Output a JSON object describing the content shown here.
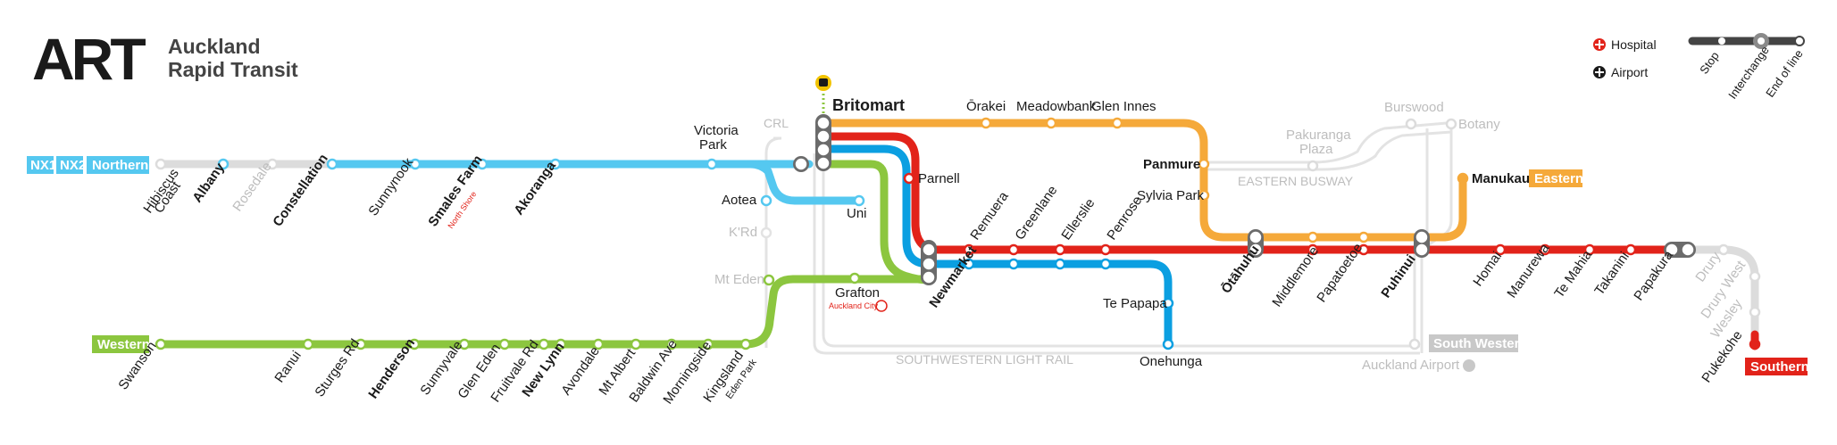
{
  "logo": {
    "mark": "ART",
    "line1": "Auckland",
    "line2": "Rapid Transit"
  },
  "legend": {
    "hospital": "Hospital",
    "airport": "Airport",
    "stop": "Stop",
    "interchange": "Interchange",
    "end_of_line": "End of line"
  },
  "lines": {
    "northern": {
      "badges": [
        "NX1",
        "NX2",
        "Northern"
      ],
      "color": "#55c8f0"
    },
    "western": {
      "badge": "Western",
      "color": "#8cc63f"
    },
    "eastern": {
      "badge": "Eastern",
      "color": "#f5a93a"
    },
    "southern": {
      "badge": "Southern",
      "color": "#e2231a"
    },
    "onehunga": {
      "color": "#0b9fe1"
    },
    "south_western": {
      "badge": "South Western",
      "color": "#c8c8c8"
    }
  },
  "areas": {
    "crl": "CRL",
    "eastern_busway": "EASTERN BUSWAY",
    "southwestern_light_rail": "SOUTHWESTERN LIGHT RAIL"
  },
  "stations": {
    "hibiscus_coast": [
      "Hibiscus",
      "Coast"
    ],
    "albany": "Albany",
    "rosedale": "Rosedale",
    "constellation": "Constellation",
    "sunnynook": "Sunnynook",
    "smales_farm": "Smales Farm",
    "north_shore": "North Shore",
    "akoranga": "Akoranga",
    "victoria_park": [
      "Victoria",
      "Park"
    ],
    "aotea": "Aotea",
    "uni": "Uni",
    "krd": "K'Rd",
    "mt_eden": "Mt Eden",
    "grafton": "Grafton",
    "auckland_city": "Auckland City",
    "britomart": "Britomart",
    "parnell": "Parnell",
    "newmarket": "Newmarket",
    "remuera": "Remuera",
    "greenlane": "Greenlane",
    "ellerslie": "Ellerslie",
    "penrose": "Penrose",
    "orakei": "Ōrakei",
    "meadowbank": "Meadowbank",
    "glen_innes": "Glen Innes",
    "panmure": "Panmure",
    "sylvia_park": "Sylvia Park",
    "pakuranga_plaza": [
      "Pakuranga",
      "Plaza"
    ],
    "burswood": "Burswood",
    "botany": "Botany",
    "manukau": "Manukau",
    "te_papapa": "Te Papapa",
    "onehunga": "Onehunga",
    "otahuhu": "Ōtāhuhu",
    "middlemore": "Middlemore",
    "papatoetoe": "Papatoetoe",
    "puhinui": "Puhinui",
    "homai": "Homai",
    "manurewa": "Manurewa",
    "te_mahia": "Te Mahia",
    "takanini": "Takanini",
    "papakura": "Papakura",
    "drury": "Drury",
    "drury_west": "Drury West",
    "wesley": "Wesley",
    "pukekohe": "Pukekohe",
    "auckland_airport": "Auckland Airport",
    "swanson": "Swanson",
    "ranui": "Ranui",
    "sturges_rd": "Sturges Rd",
    "henderson": "Henderson",
    "sunnyvale": "Sunnyvale",
    "glen_eden": "Glen Eden",
    "fruitvale_rd": "Fruitvale Rd",
    "new_lynn": "New Lynn",
    "avondale": "Avondale",
    "mt_albert": "Mt Albert",
    "baldwin_ave": "Baldwin Ave",
    "morningside": "Morningside",
    "kingsland": "Kingsland",
    "eden_park": "Eden Park"
  }
}
